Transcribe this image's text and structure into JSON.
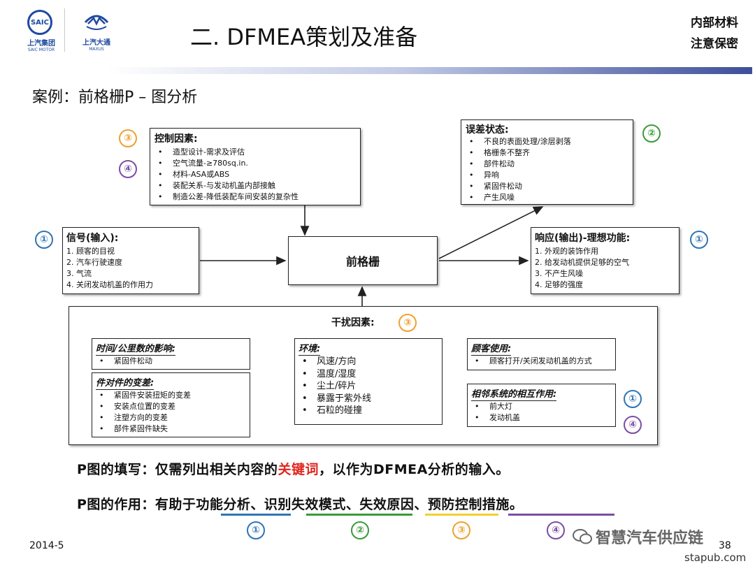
{
  "header": {
    "logo1_ring": "SAIC",
    "logo1_name": "上汽集团",
    "logo1_sub": "SAIC MOTOR",
    "logo2_name": "上汽大通",
    "logo2_sub": "MAXUS",
    "title": "二. DFMEA策划及准备",
    "confidential_line1": "内部材料",
    "confidential_line2": "注意保密"
  },
  "subtitle": "案例：前格栅P – 图分析",
  "diagram": {
    "control": {
      "title": "控制因素:",
      "items": [
        "造型设计-需求及评估",
        "空气流量-≥780sq.in.",
        "材料-ASA或ABS",
        "装配关系-与发动机盖内部接触",
        "制造公差-降低装配车间安装的复杂性"
      ]
    },
    "error": {
      "title": "误差状态:",
      "items": [
        "不良的表面处理/涂层剥落",
        "格栅条不整齐",
        "部件松动",
        "异响",
        "紧固件松动",
        "产生风噪"
      ]
    },
    "signal": {
      "title": "信号(输入):",
      "items": [
        "1. 顾客的目视",
        "2. 汽车行驶速度",
        "3. 气流",
        "4. 关闭发动机盖的作用力"
      ]
    },
    "center": "前格栅",
    "response": {
      "title": "响应(输出)-理想功能:",
      "items": [
        "1. 外观的装饰作用",
        "2. 给发动机提供足够的空气",
        "3. 不产生风噪",
        "4. 足够的强度"
      ]
    },
    "noise": {
      "title": "干扰因素:",
      "time": {
        "title": "时间/公里数的影响:",
        "items": [
          "紧固件松动"
        ]
      },
      "part": {
        "title": "件对件的变差:",
        "items": [
          "紧固件安装扭矩的变差",
          "安装点位置的变差",
          "注塑方向的变差",
          "部件紧固件缺失"
        ]
      },
      "env": {
        "title": "环境:",
        "items": [
          "风速/方向",
          "温度/湿度",
          "尘土/碎片",
          "暴露于紫外线",
          "石粒的碰撞"
        ]
      },
      "customer": {
        "title": "顾客使用:",
        "items": [
          "顾客打开/关闭发动机盖的方式"
        ]
      },
      "adjacent": {
        "title": "相邻系统的相互作用:",
        "items": [
          "前大灯",
          "发动机盖"
        ]
      }
    },
    "markers": {
      "one": "①",
      "two": "②",
      "three": "③",
      "four": "④"
    }
  },
  "bottom": {
    "line1_pre": "P图的填写：仅需列出相关内容的",
    "line1_red": "关键词",
    "line1_post": "，以作为DFMEA分析的输入。",
    "line2": "P图的作用：有助于功能分析、识别失效模式、失效原因、预防控制措施。"
  },
  "colors": {
    "blue": "#2e75b6",
    "green": "#3a9b3a",
    "orange": "#f0a030",
    "purple": "#7b4ea3",
    "red": "#e0261f",
    "logo": "#1f4aa0"
  },
  "footer": {
    "date": "2014-5",
    "page": "38",
    "watermark": "智慧汽车供应链",
    "watermark_icon": "wechat-icon",
    "url": "stapub.com"
  }
}
